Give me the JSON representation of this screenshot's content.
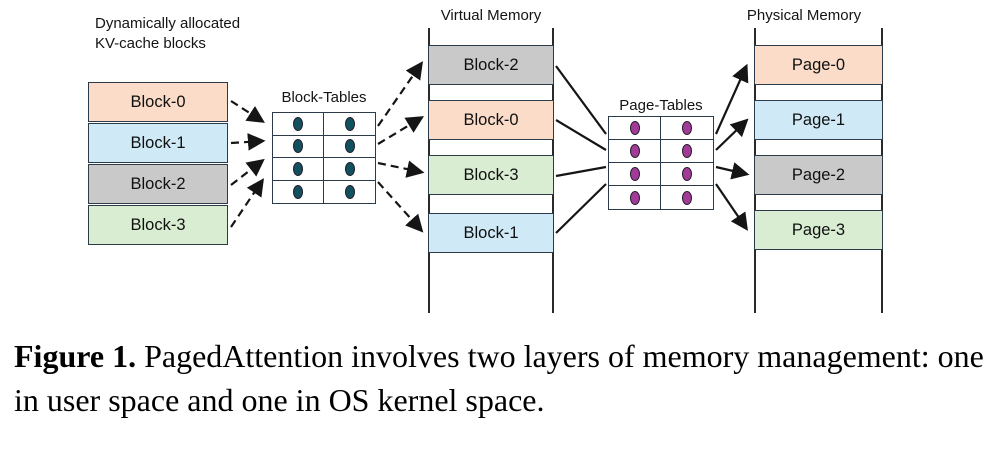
{
  "figure": {
    "kv_cache": {
      "label_line1": "Dynamically allocated",
      "label_line2": "KV-cache blocks",
      "blocks": [
        {
          "label": "Block-0",
          "color": "#fadcc9"
        },
        {
          "label": "Block-1",
          "color": "#cfe9f7"
        },
        {
          "label": "Block-2",
          "color": "#c9c9c9"
        },
        {
          "label": "Block-3",
          "color": "#d9edd2"
        }
      ]
    },
    "block_tables": {
      "label": "Block-Tables",
      "dot_color": "#11505e",
      "rows": 4,
      "cols": 2
    },
    "virtual_memory": {
      "label": "Virtual Memory",
      "blocks": [
        {
          "label": "Block-2",
          "color": "#c9c9c9"
        },
        {
          "label": "Block-0",
          "color": "#fadcc9"
        },
        {
          "label": "Block-3",
          "color": "#d9edd2"
        },
        {
          "label": "Block-1",
          "color": "#cfe9f7"
        }
      ]
    },
    "page_tables": {
      "label": "Page-Tables",
      "dot_color": "#a23a98",
      "rows": 4,
      "cols": 2
    },
    "physical_memory": {
      "label": "Physical Memory",
      "pages": [
        {
          "label": "Page-0",
          "color": "#fadcc9"
        },
        {
          "label": "Page-1",
          "color": "#cfe9f7"
        },
        {
          "label": "Page-2",
          "color": "#c9c9c9"
        },
        {
          "label": "Page-3",
          "color": "#d9edd2"
        }
      ]
    }
  },
  "caption": {
    "label": "Figure 1.",
    "text": "PagedAttention involves two layers of memory management: one in user space and one in OS kernel space."
  }
}
